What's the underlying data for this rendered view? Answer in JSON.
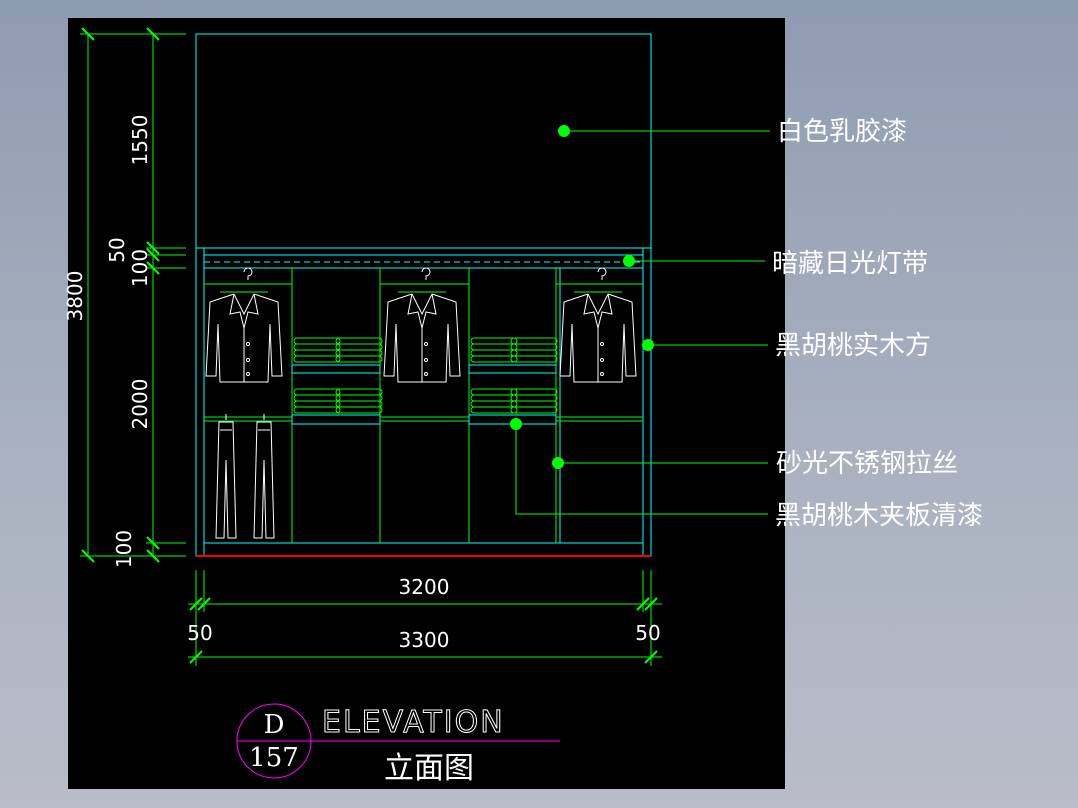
{
  "dimensions": {
    "total_height": "3800",
    "top_section": "1550",
    "band_a": "50",
    "band_b": "100",
    "middle_section": "2000",
    "base": "100",
    "inner_width": "3200",
    "outer_width": "3300",
    "side_left": "50",
    "side_right": "50"
  },
  "callouts": [
    "白色乳胶漆",
    "暗藏日光灯带",
    "黑胡桃实木方",
    "砂光不锈钢拉丝",
    "黑胡桃木夹板清漆"
  ],
  "title_block": {
    "letter": "D",
    "number": "157",
    "title_en": "ELEVATION",
    "title_zh": "立面图"
  },
  "colors": {
    "background": "#000000",
    "cabinet_line": "#00ffff",
    "cabinet_inner": "#00ff00",
    "dimension": "#00ff00",
    "callout_dot": "#00ff00",
    "text": "#ffffff",
    "title_circle": "#ff00ff",
    "base_line": "#ff0000"
  }
}
